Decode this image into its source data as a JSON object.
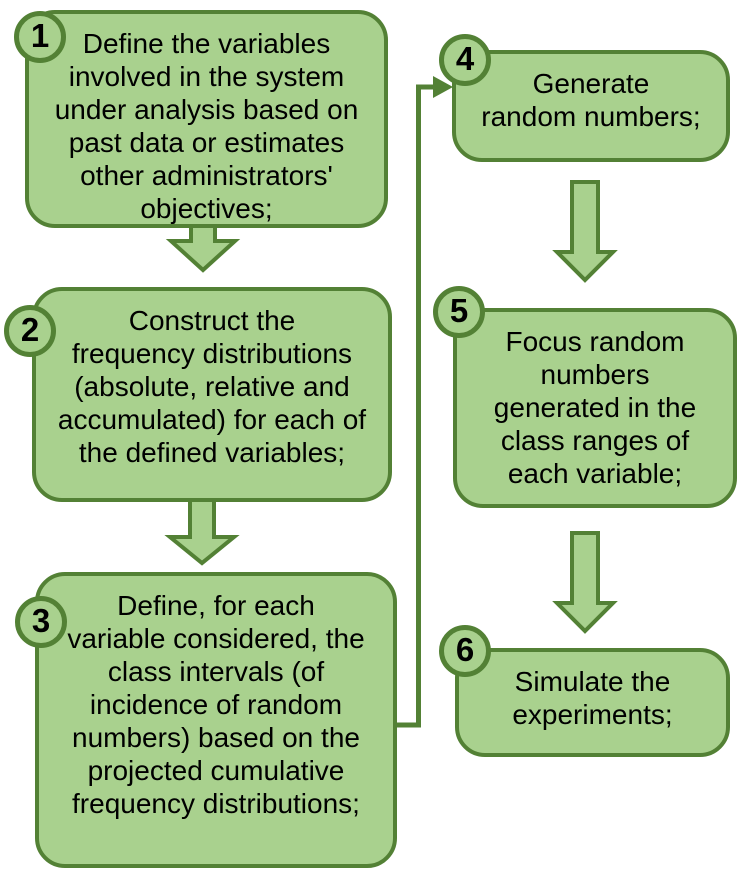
{
  "diagram": {
    "type": "flowchart",
    "background": "#ffffff",
    "colors": {
      "fill": "#a9d18e",
      "border": "#538135",
      "text": "#000000"
    },
    "steps": [
      {
        "number": "1",
        "text": "Define the variables\ninvolved in the system\nunder analysis based on\npast data or estimates\nother administrators'\nobjectives;"
      },
      {
        "number": "2",
        "text": "Construct the\nfrequency distributions\n(absolute, relative and\naccumulated) for each of\nthe defined variables;"
      },
      {
        "number": "3",
        "text": "Define, for each\nvariable considered, the\nclass intervals (of\nincidence of random\nnumbers) based on the\nprojected cumulative\nfrequency distributions;"
      },
      {
        "number": "4",
        "text": "Generate\nrandom numbers;"
      },
      {
        "number": "5",
        "text": "Focus random\nnumbers\ngenerated in the\nclass ranges of\neach variable;"
      },
      {
        "number": "6",
        "text": "Simulate the\nexperiments;"
      }
    ],
    "connections": [
      "step-1 to step-2 (down arrow)",
      "step-2 to step-3 (down arrow)",
      "step-3 to step-4 (elbow connector with arrowhead)",
      "step-4 to step-5 (down arrow)",
      "step-5 to step-6 (down arrow)"
    ]
  }
}
